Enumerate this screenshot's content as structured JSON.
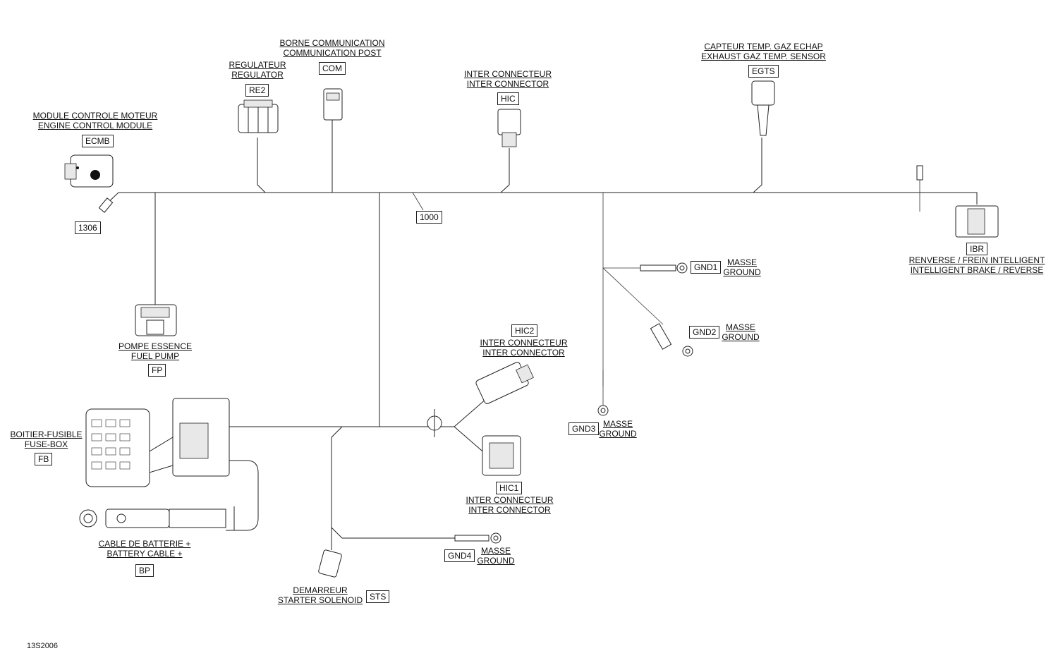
{
  "figure_number": "13S2006",
  "components": {
    "ecmb": {
      "fr": "MODULE CONTROLE MOTEUR",
      "en": "ENGINE CONTROL MODULE",
      "code": "ECMB"
    },
    "re2": {
      "fr": "REGULATEUR",
      "en": "REGULATOR",
      "code": "RE2"
    },
    "com": {
      "fr": "BORNE COMMUNICATION",
      "en": "COMMUNICATION POST",
      "code": "COM"
    },
    "hic": {
      "fr": "INTER CONNECTEUR",
      "en": "INTER CONNECTOR",
      "code": "HIC"
    },
    "egts": {
      "fr": "CAPTEUR TEMP. GAZ ECHAP",
      "en": "EXHAUST GAZ TEMP. SENSOR",
      "code": "EGTS"
    },
    "ibr": {
      "fr": "RENVERSE / FREIN INTELLIGENT",
      "en": "INTELLIGENT BRAKE / REVERSE",
      "code": "IBR"
    },
    "fp": {
      "fr": "POMPE ESSENCE",
      "en": "FUEL PUMP",
      "code": "FP"
    },
    "fb": {
      "fr": "BOITIER-FUSIBLE",
      "en": "FUSE-BOX",
      "code": "FB"
    },
    "bp": {
      "fr": "CABLE DE BATTERIE +",
      "en": "BATTERY CABLE +",
      "code": "BP"
    },
    "sts": {
      "fr": "DEMARREUR",
      "en": "STARTER SOLENOID",
      "code": "STS"
    },
    "hic2": {
      "fr": "INTER CONNECTEUR",
      "en": "INTER CONNECTOR",
      "code": "HIC2"
    },
    "hic1": {
      "fr": "INTER CONNECTEUR",
      "en": "INTER CONNECTOR",
      "code": "HIC1"
    },
    "gnd1": {
      "fr": "MASSE",
      "en": "GROUND",
      "code": "GND1"
    },
    "gnd2": {
      "fr": "MASSE",
      "en": "GROUND",
      "code": "GND2"
    },
    "gnd3": {
      "fr": "MASSE",
      "en": "GROUND",
      "code": "GND3"
    },
    "gnd4": {
      "fr": "MASSE",
      "en": "GROUND",
      "code": "GND4"
    }
  },
  "harness_codes": {
    "main": "1000",
    "ecm_branch": "1306"
  }
}
